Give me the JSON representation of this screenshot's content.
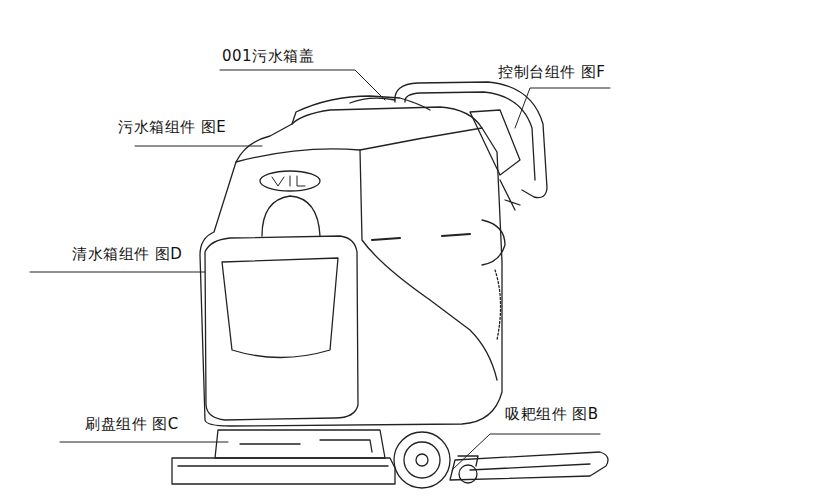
{
  "diagram": {
    "labels": [
      "001污水箱盖",
      "控制台组件 图F",
      "污水箱组件 图E",
      "清水箱组件 图D",
      "刷盘组件 图C",
      "吸耙组件 图B"
    ]
  }
}
